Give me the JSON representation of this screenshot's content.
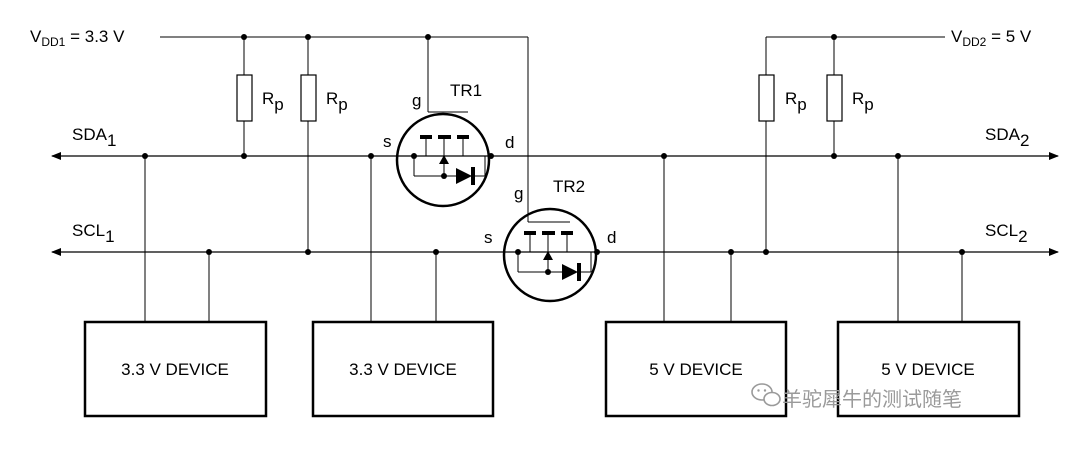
{
  "rails": {
    "vdd1": {
      "main": "V",
      "sub": "DD1",
      "rest": " = 3.3 V"
    },
    "vdd2": {
      "main": "V",
      "sub": "DD2",
      "rest": " = 5 V"
    }
  },
  "buses": {
    "sda1": {
      "main": "SDA",
      "sub": "1"
    },
    "scl1": {
      "main": "SCL",
      "sub": "1"
    },
    "sda2": {
      "main": "SDA",
      "sub": "2"
    },
    "scl2": {
      "main": "SCL",
      "sub": "2"
    }
  },
  "resistor": {
    "main": "R",
    "sub": "p"
  },
  "transistors": {
    "tr1": {
      "name": "TR1",
      "gate": "g",
      "source": "s",
      "drain": "d"
    },
    "tr2": {
      "name": "TR2",
      "gate": "g",
      "source": "s",
      "drain": "d"
    }
  },
  "devices": [
    "3.3 V DEVICE",
    "3.3 V DEVICE",
    "5 V DEVICE",
    "5 V DEVICE"
  ],
  "watermark": "羊驼犀牛的测试随笔"
}
